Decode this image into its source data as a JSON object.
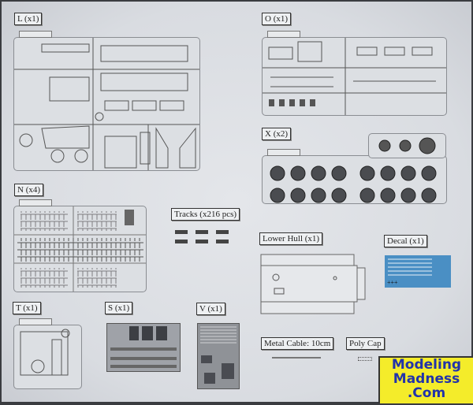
{
  "labels": {
    "L": "L (x1)",
    "O": "O (x1)",
    "X": "X (x2)",
    "N": "N (x4)",
    "tracks": "Tracks (x216 pcs)",
    "lower_hull": "Lower Hull (x1)",
    "decal": "Decal (x1)",
    "T": "T (x1)",
    "S": "S (x1)",
    "V": "V (x1)",
    "metal_cable": "Metal Cable: 10cm",
    "poly_cap": "Poly Cap"
  },
  "logo": {
    "line1": "Modeling",
    "line2": "Madness",
    "line3": ".Com"
  },
  "colors": {
    "decal": "#4a8fc4",
    "logo_bg": "#f4ec2a",
    "logo_text": "#2233aa"
  }
}
